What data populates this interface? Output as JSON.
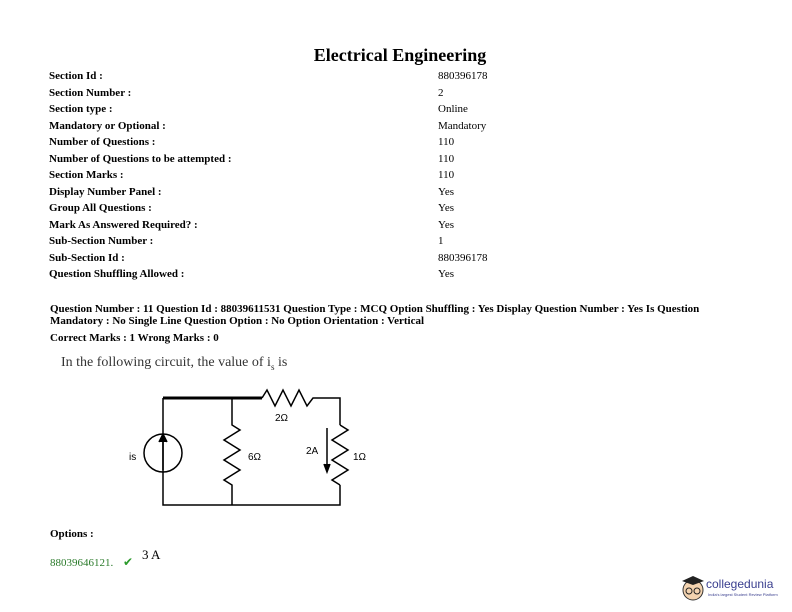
{
  "title": "Electrical Engineering",
  "section": [
    {
      "label": "Section Id :",
      "value": "880396178"
    },
    {
      "label": "Section Number :",
      "value": "2"
    },
    {
      "label": "Section type :",
      "value": "Online"
    },
    {
      "label": "Mandatory or Optional :",
      "value": "Mandatory"
    },
    {
      "label": "Number of Questions :",
      "value": "110"
    },
    {
      "label": "Number of Questions to be attempted :",
      "value": "110"
    },
    {
      "label": "Section Marks :",
      "value": "110"
    },
    {
      "label": "Display Number Panel :",
      "value": "Yes"
    },
    {
      "label": "Group All Questions :",
      "value": "Yes"
    },
    {
      "label": "Mark As Answered Required? :",
      "value": "Yes"
    },
    {
      "label": "Sub-Section Number :",
      "value": "1"
    },
    {
      "label": "Sub-Section Id :",
      "value": "880396178"
    },
    {
      "label": "Question Shuffling Allowed :",
      "value": "Yes"
    }
  ],
  "question": {
    "meta": "Question Number : 11 Question Id : 88039611531 Question Type : MCQ Option Shuffling : Yes Display Question Number : Yes Is Question Mandatory : No Single Line Question Option : No Option Orientation : Vertical",
    "marks": "Correct Marks : 1 Wrong Marks : 0",
    "text": "In the following circuit, the value of i",
    "text_sub": "s",
    "text_end": " is",
    "circuit": {
      "source": "is",
      "r1": "6Ω",
      "r2": "2Ω",
      "r3": "1Ω",
      "current": "2A"
    }
  },
  "options": {
    "label": "Options :",
    "items": [
      {
        "id": "88039646121.",
        "text": "3 A",
        "correct": true
      }
    ]
  },
  "logo": {
    "name": "collegedunia",
    "tagline": "India's largest Student Review Platform"
  }
}
